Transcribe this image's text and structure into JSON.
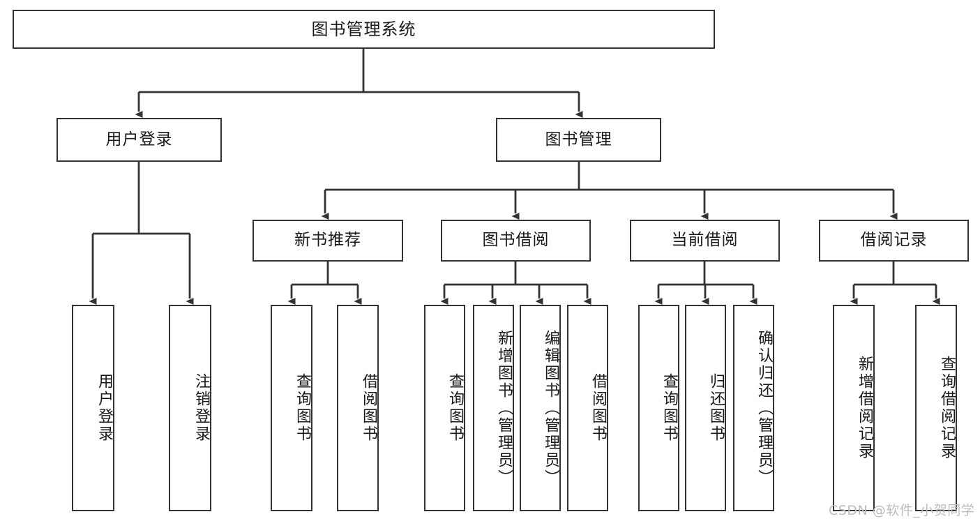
{
  "diagram": {
    "type": "tree-hierarchy",
    "title": "图书管理系统",
    "watermark": "CSDN @软件_小贺同学",
    "nodes": {
      "root": {
        "label": "图书管理系统"
      },
      "level2": [
        {
          "id": "user-login",
          "label": "用户登录"
        },
        {
          "id": "book-manage",
          "label": "图书管理"
        }
      ],
      "level3": [
        {
          "id": "new-book-recommend",
          "label": "新书推荐"
        },
        {
          "id": "book-borrow",
          "label": "图书借阅"
        },
        {
          "id": "current-borrow",
          "label": "当前借阅"
        },
        {
          "id": "borrow-record",
          "label": "借阅记录"
        }
      ],
      "leaves": [
        {
          "id": "leaf-user-login",
          "label": "用户登录"
        },
        {
          "id": "leaf-logout",
          "label": "注销登录"
        },
        {
          "id": "leaf-query-book-1",
          "label": "查询图书"
        },
        {
          "id": "leaf-borrow-book-1",
          "label": "借阅图书"
        },
        {
          "id": "leaf-query-book-2",
          "label": "查询图书"
        },
        {
          "id": "leaf-add-book",
          "label": "新增图书（管理员）"
        },
        {
          "id": "leaf-edit-book",
          "label": "编辑图书（管理员）"
        },
        {
          "id": "leaf-borrow-book-2",
          "label": "借阅图书"
        },
        {
          "id": "leaf-query-book-3",
          "label": "查询图书"
        },
        {
          "id": "leaf-return-book",
          "label": "归还图书"
        },
        {
          "id": "leaf-confirm-return",
          "label": "确认归还（管理员）"
        },
        {
          "id": "leaf-add-record",
          "label": "新增借阅记录"
        },
        {
          "id": "leaf-query-record",
          "label": "查询借阅记录"
        }
      ]
    },
    "edges": [
      {
        "from": "root",
        "to": "user-login"
      },
      {
        "from": "root",
        "to": "book-manage"
      },
      {
        "from": "user-login",
        "to": "leaf-user-login"
      },
      {
        "from": "user-login",
        "to": "leaf-logout"
      },
      {
        "from": "book-manage",
        "to": "new-book-recommend"
      },
      {
        "from": "book-manage",
        "to": "book-borrow"
      },
      {
        "from": "book-manage",
        "to": "current-borrow"
      },
      {
        "from": "book-manage",
        "to": "borrow-record"
      },
      {
        "from": "new-book-recommend",
        "to": "leaf-query-book-1"
      },
      {
        "from": "new-book-recommend",
        "to": "leaf-borrow-book-1"
      },
      {
        "from": "book-borrow",
        "to": "leaf-query-book-2"
      },
      {
        "from": "book-borrow",
        "to": "leaf-add-book"
      },
      {
        "from": "book-borrow",
        "to": "leaf-edit-book"
      },
      {
        "from": "book-borrow",
        "to": "leaf-borrow-book-2"
      },
      {
        "from": "current-borrow",
        "to": "leaf-query-book-3"
      },
      {
        "from": "current-borrow",
        "to": "leaf-return-book"
      },
      {
        "from": "current-borrow",
        "to": "leaf-confirm-return"
      },
      {
        "from": "borrow-record",
        "to": "leaf-add-record"
      },
      {
        "from": "borrow-record",
        "to": "leaf-query-record"
      }
    ],
    "colors": {
      "stroke": "#333333",
      "fill": "#ffffff",
      "text": "#1a1a1a",
      "watermark": "#bdbdbd"
    }
  }
}
